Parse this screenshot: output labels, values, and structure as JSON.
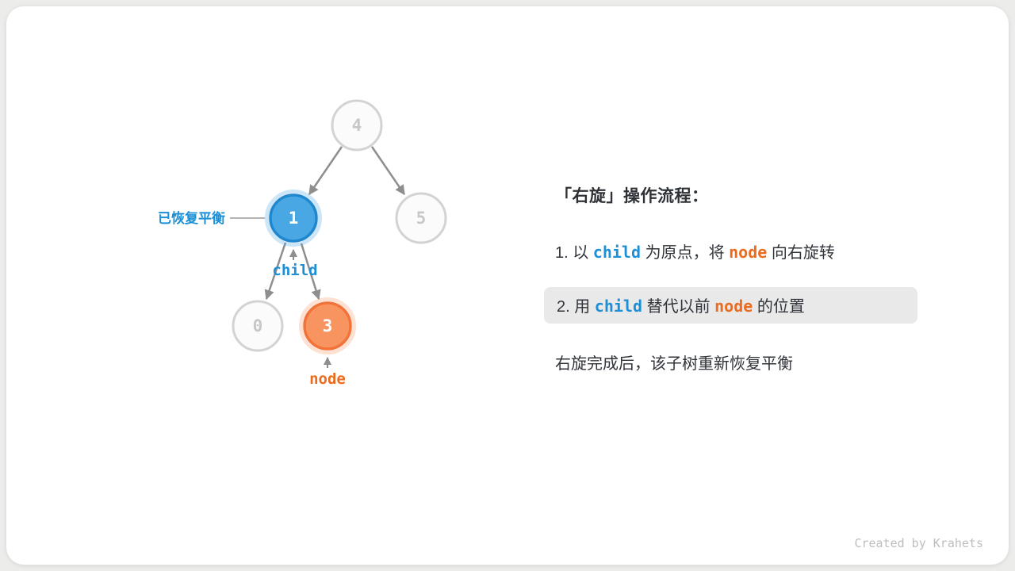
{
  "tree": {
    "nodes": [
      {
        "value": "4",
        "state": "faded"
      },
      {
        "value": "1",
        "state": "highlighted-blue"
      },
      {
        "value": "5",
        "state": "faded"
      },
      {
        "value": "0",
        "state": "faded"
      },
      {
        "value": "3",
        "state": "highlighted-orange"
      }
    ],
    "balanced_label": "已恢复平衡",
    "child_label": "child",
    "node_label": "node"
  },
  "panel": {
    "heading": "「右旋」操作流程：",
    "step1": {
      "prefix": "1. 以 ",
      "code1": "child",
      "mid": " 为原点，将 ",
      "code2": "node",
      "suffix": " 向右旋转"
    },
    "step2": {
      "prefix": "2. 用 ",
      "code1": "child",
      "mid": " 替代以前 ",
      "code2": "node",
      "suffix": " 的位置"
    },
    "note": "右旋完成后，该子树重新恢复平衡"
  },
  "footer": {
    "credit": "Created by Krahets"
  },
  "colors": {
    "node_blue_fill": "#49a7e3",
    "node_blue_border": "#1f87ce",
    "node_orange_fill": "#f79460",
    "node_orange_border": "#f2733a",
    "faded_node_border": "#d3d3d3",
    "faded_node_text": "#c7c7c7",
    "edge_gray": "#8e8e8e",
    "text_blue": "#1d8fd6",
    "text_orange": "#ec6c1f",
    "highlight_bg": "#e9e9e9"
  }
}
